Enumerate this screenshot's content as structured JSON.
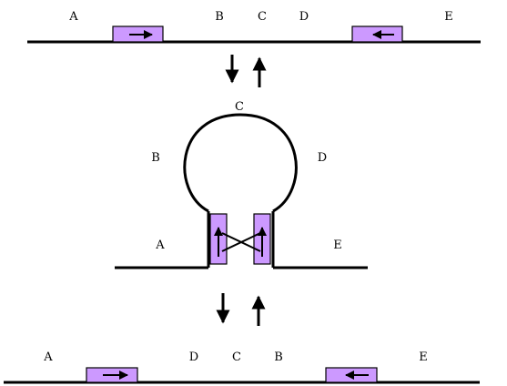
{
  "top_row": {
    "labels": [
      "A",
      "B",
      "C",
      "D",
      "E"
    ]
  },
  "loop": {
    "labels": [
      "C",
      "B",
      "D",
      "A",
      "E"
    ]
  },
  "bottom_row": {
    "labels": [
      "A",
      "D",
      "C",
      "B",
      "E"
    ]
  },
  "colors": {
    "inverted_repeat_fill": "#cc99ff",
    "line": "#000000",
    "background": "#ffffff"
  }
}
